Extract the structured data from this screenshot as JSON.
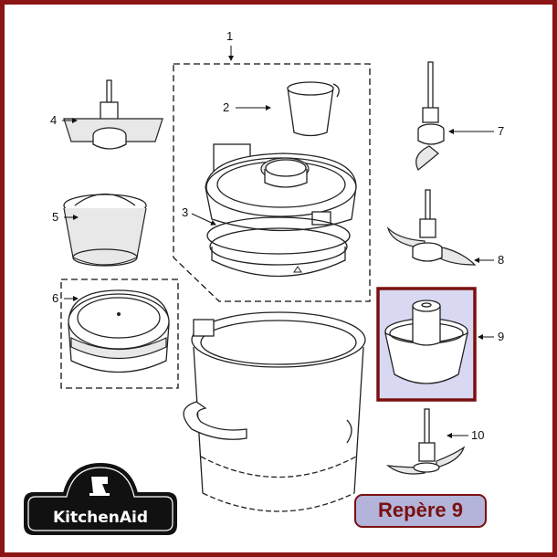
{
  "diagram": {
    "brand": "KitchenAid",
    "callouts": [
      "1",
      "2",
      "3",
      "4",
      "5",
      "6",
      "7",
      "8",
      "9",
      "10"
    ],
    "highlighted_part": "9",
    "highlight_color": "#d8d8f2",
    "accent_color": "#7a1010"
  },
  "badge": {
    "label": "Repère 9"
  }
}
